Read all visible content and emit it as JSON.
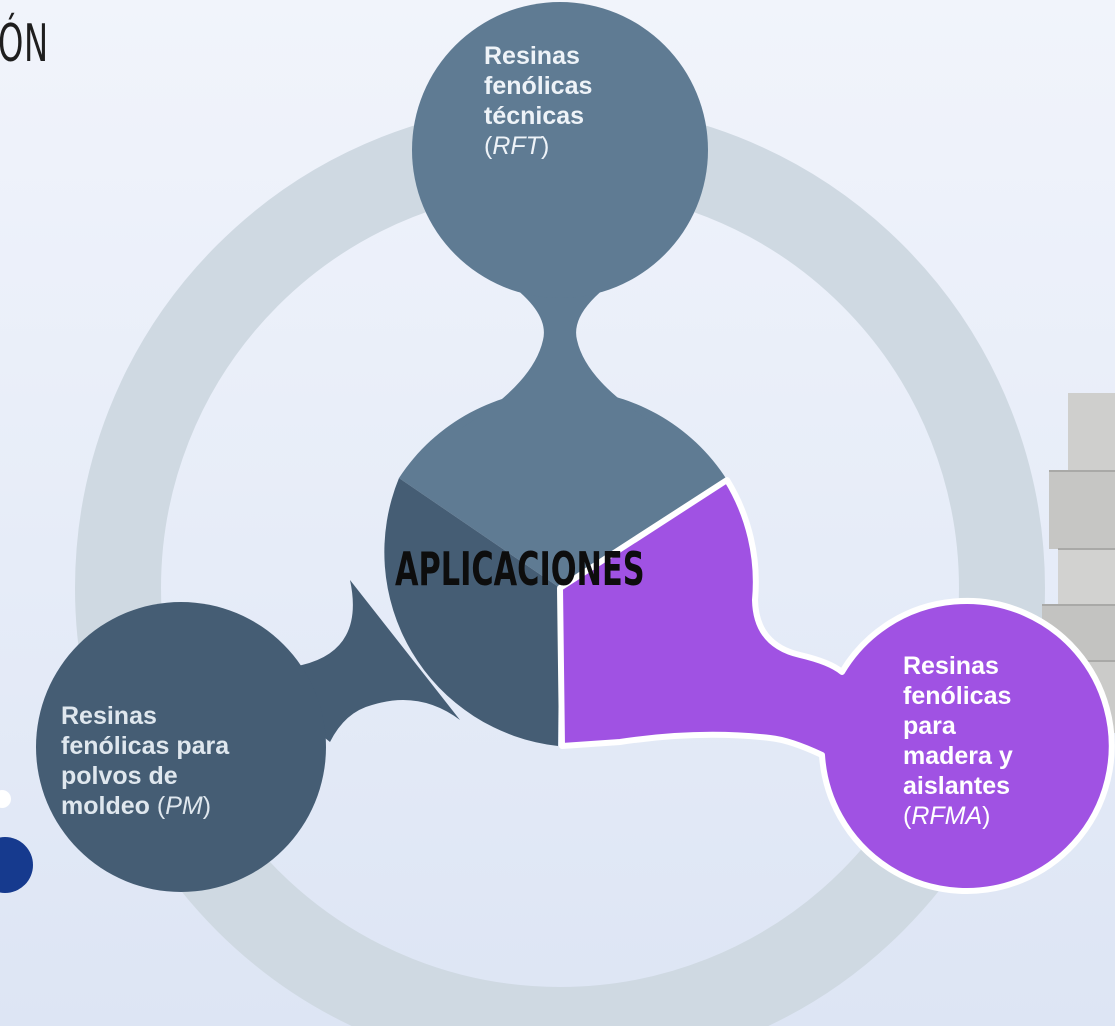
{
  "title_fragment": "ÓN",
  "center": {
    "label": "APLICACIONES"
  },
  "nodes": [
    {
      "id": "top",
      "name": "Resinas fenólicas técnicas",
      "lines": [
        "Resinas",
        "fenólicas",
        "técnicas"
      ],
      "open": "(",
      "abbr": "RFT",
      "close": ")",
      "color": "#5f7b93"
    },
    {
      "id": "left",
      "name": "Resinas fenólicas para polvos de moldeo",
      "lines": [
        "Resinas",
        "fenólicas para",
        "polvos de"
      ],
      "last_word": "moldeo",
      "open": " (",
      "abbr": "PM",
      "close": ")",
      "color": "#455d74"
    },
    {
      "id": "right",
      "name": "Resinas fenólicas para madera y aislantes",
      "lines": [
        "Resinas",
        "fenólicas",
        "para",
        "madera y",
        "aislantes"
      ],
      "open": " (",
      "abbr": "RFMA",
      "close": ")",
      "color": "#a052e3"
    }
  ],
  "colors": {
    "ring": "#cfd9e2",
    "outline": "#ffffff",
    "navy_dot": "#163a8e",
    "foam": "#c9c9c7"
  },
  "icons": [
    "foam-blocks-photo",
    "navy-circle-icon"
  ]
}
